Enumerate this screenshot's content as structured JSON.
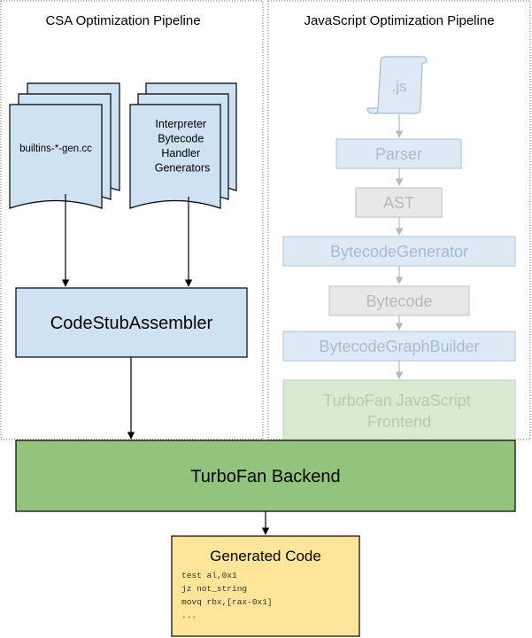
{
  "colors": {
    "blue_fill": "#cfe2f3",
    "blue_faded_fill": "#dde9f4",
    "blue_faded_stroke": "#b8cde0",
    "gray_fill": "#e8e8e8",
    "gray_stroke": "#c9c9c9",
    "green_fill": "#93c47d",
    "green_faded_fill": "#d9ead3",
    "yellow_fill": "#ffe599",
    "faded_text": "#a9bccd"
  },
  "csa": {
    "title": "CSA Optimization Pipeline",
    "doc_builtins": "builtins-*-gen.cc",
    "doc_interpreter": [
      "Interpreter",
      "Bytecode",
      "Handler",
      "Generators"
    ],
    "assembler": "CodeStubAssembler"
  },
  "js": {
    "title": "JavaScript Optimization Pipeline",
    "file_label": ".js",
    "parser": "Parser",
    "ast": "AST",
    "bytecode_generator": "BytecodeGenerator",
    "bytecode": "Bytecode",
    "bytecode_graph_builder": "BytecodeGraphBuilder",
    "frontend": [
      "TurboFan JavaScript",
      "Frontend"
    ]
  },
  "backend": "TurboFan Backend",
  "generated": {
    "title": "Generated Code",
    "lines": [
      "test al,0x1",
      "jz not_string",
      "movq rbx,[rax-0x1]",
      "..."
    ]
  }
}
